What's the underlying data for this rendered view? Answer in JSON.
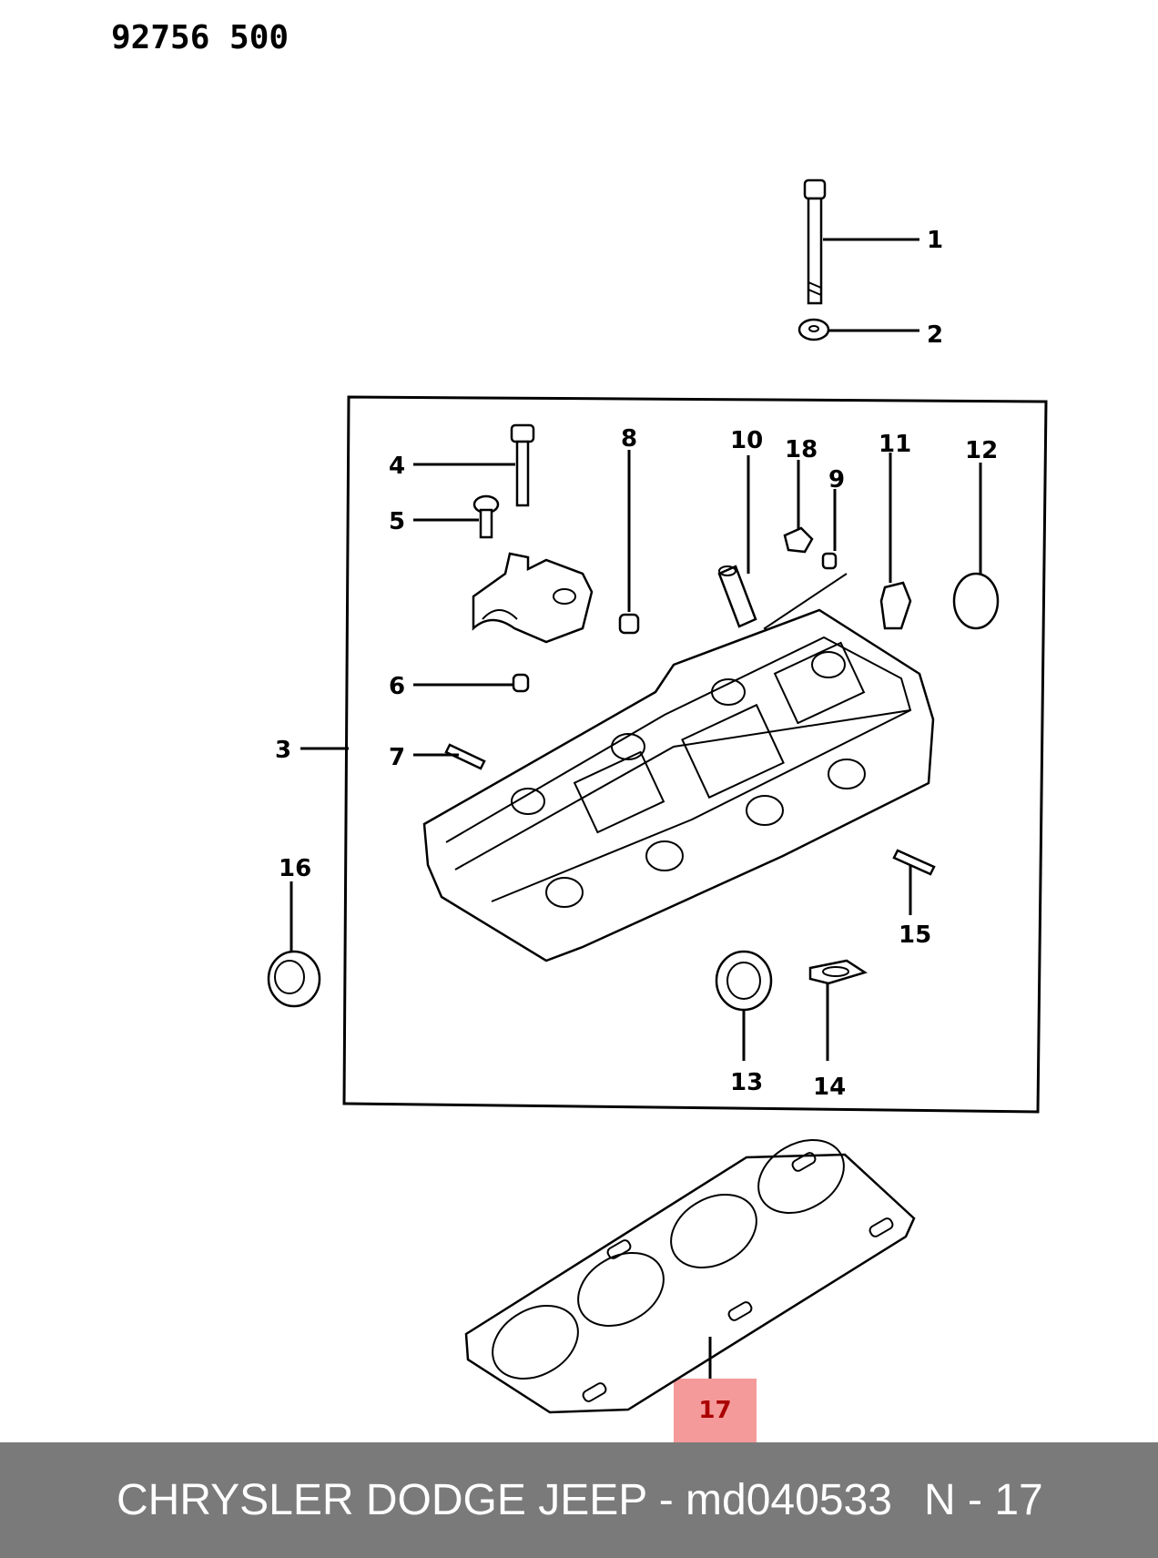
{
  "document_code": "92756 500",
  "callouts": [
    "1",
    "2",
    "3",
    "4",
    "5",
    "6",
    "7",
    "8",
    "9",
    "10",
    "11",
    "12",
    "13",
    "14",
    "15",
    "16",
    "18"
  ],
  "highlighted_callout": "17",
  "footer": {
    "brand_part": "CHRYSLER DODGE JEEP - md040533",
    "page_ref": "N - 17"
  },
  "colors": {
    "footer_bg": "#7a7a7a",
    "highlight": "#f59a9a"
  }
}
